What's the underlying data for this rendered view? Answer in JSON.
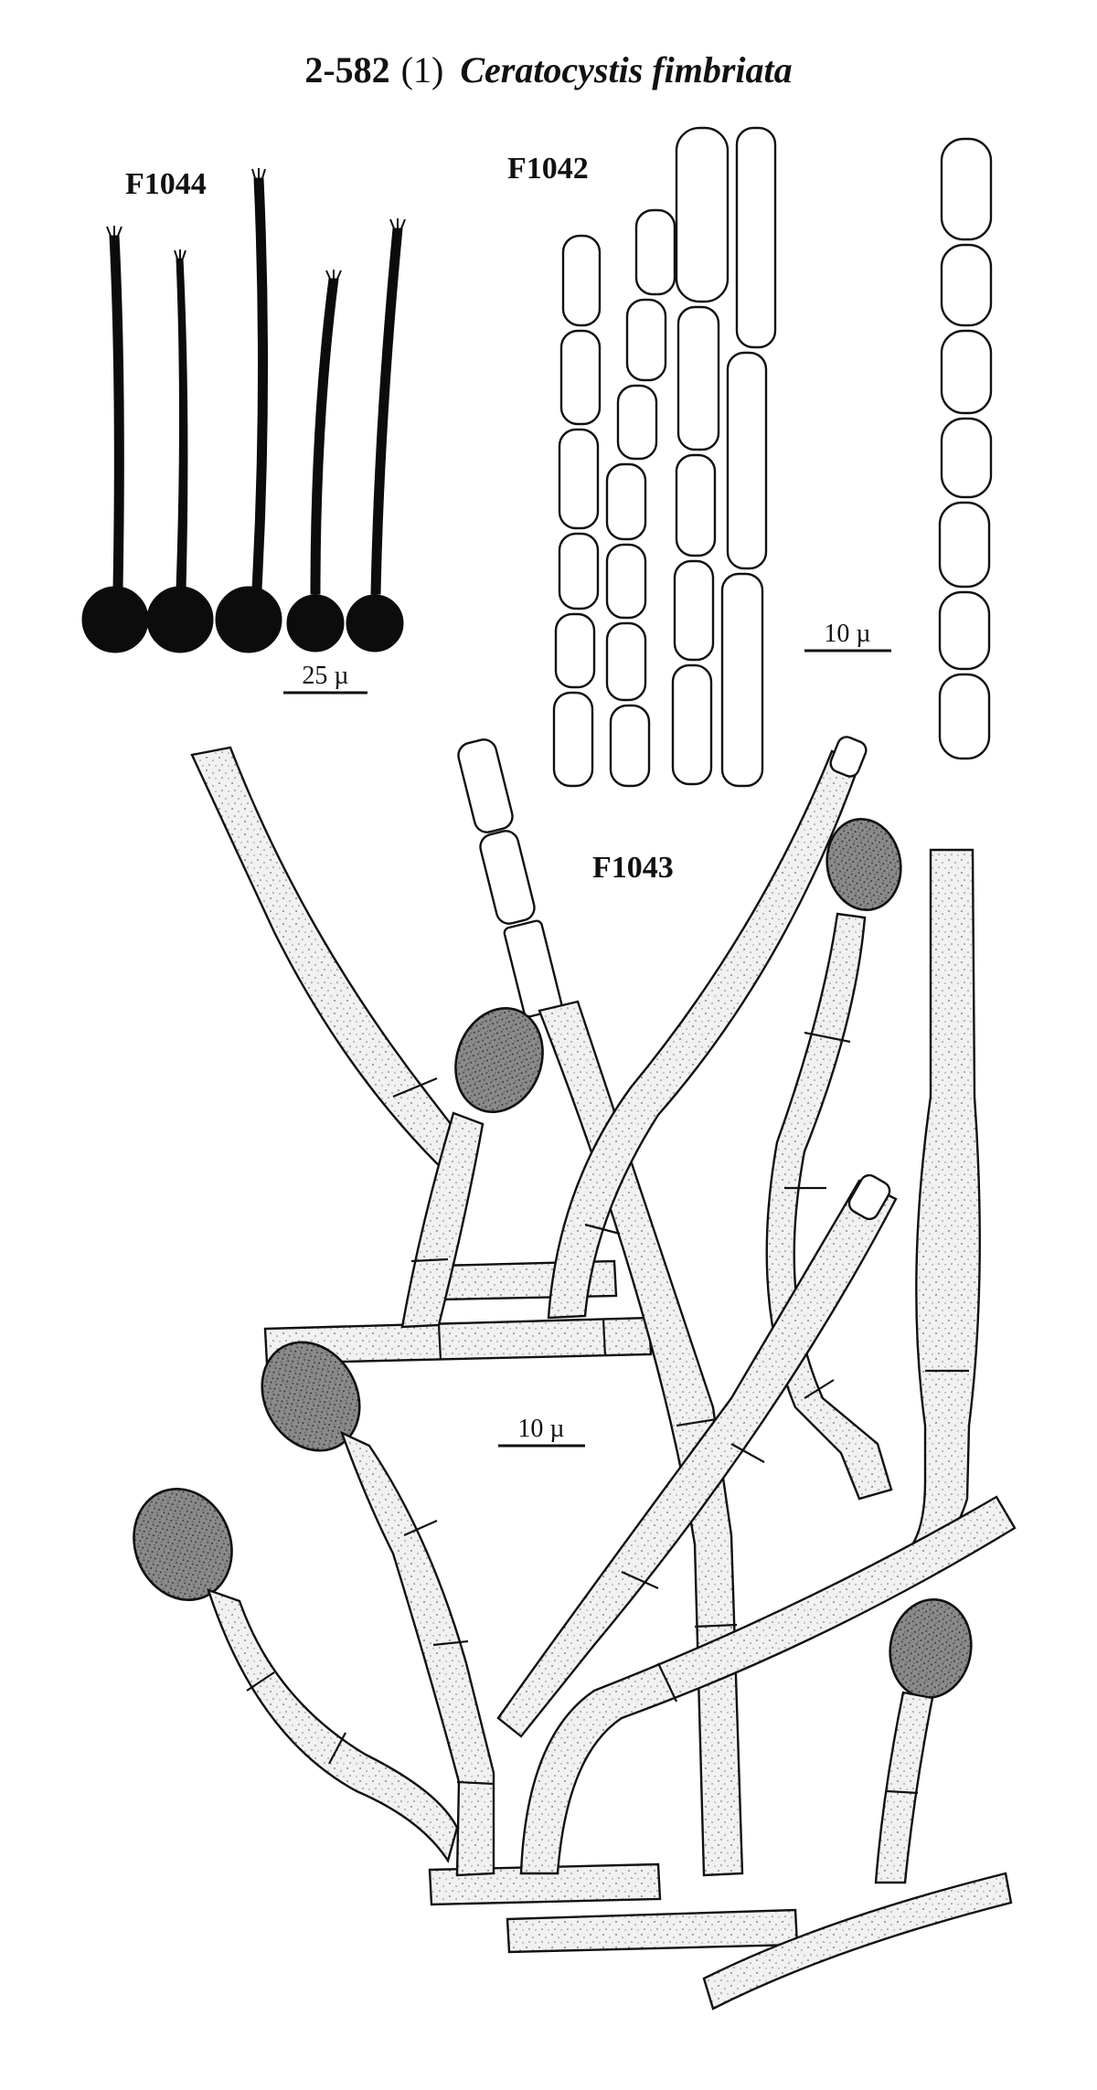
{
  "title": {
    "code": "2-582",
    "index": "(1)",
    "species": "Ceratocystis fimbriata"
  },
  "figures": {
    "f1044": {
      "label": "F1044",
      "scale": "25 µ"
    },
    "f1042": {
      "label": "F1042",
      "scale": "10 µ"
    },
    "f1043": {
      "label": "F1043",
      "scale": "10 µ"
    }
  },
  "colors": {
    "ink": "#111111",
    "paper": "#ffffff"
  }
}
